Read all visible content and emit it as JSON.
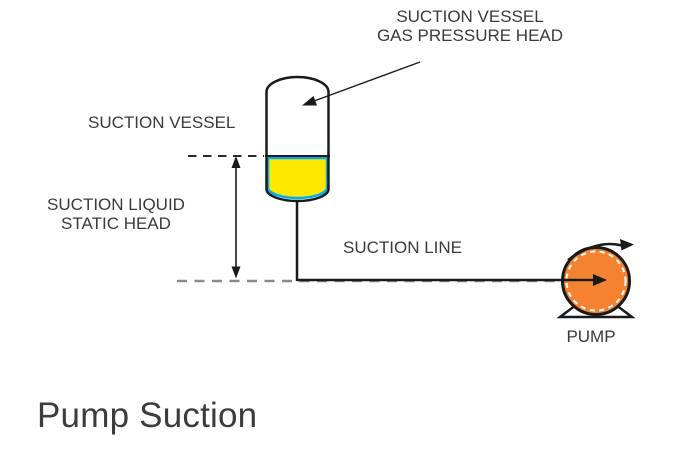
{
  "title": "Pump Suction",
  "diagram": {
    "labels": {
      "gas_pressure_head": {
        "line1": "SUCTION VESSEL",
        "line2": "GAS PRESSURE HEAD"
      },
      "suction_vessel": "SUCTION VESSEL",
      "static_head": {
        "line1": "SUCTION LIQUID",
        "line2": "STATIC HEAD"
      },
      "suction_line": "SUCTION LINE",
      "pump": "PUMP"
    },
    "colors": {
      "liquid_fill": "#FFE800",
      "liquid_surface": "#00AEEF",
      "pump_fill": "#F58230",
      "line_black": "#1a1a1a",
      "dashed_gray": "#8a8a8a",
      "label_text": "#3a3a3a"
    }
  }
}
